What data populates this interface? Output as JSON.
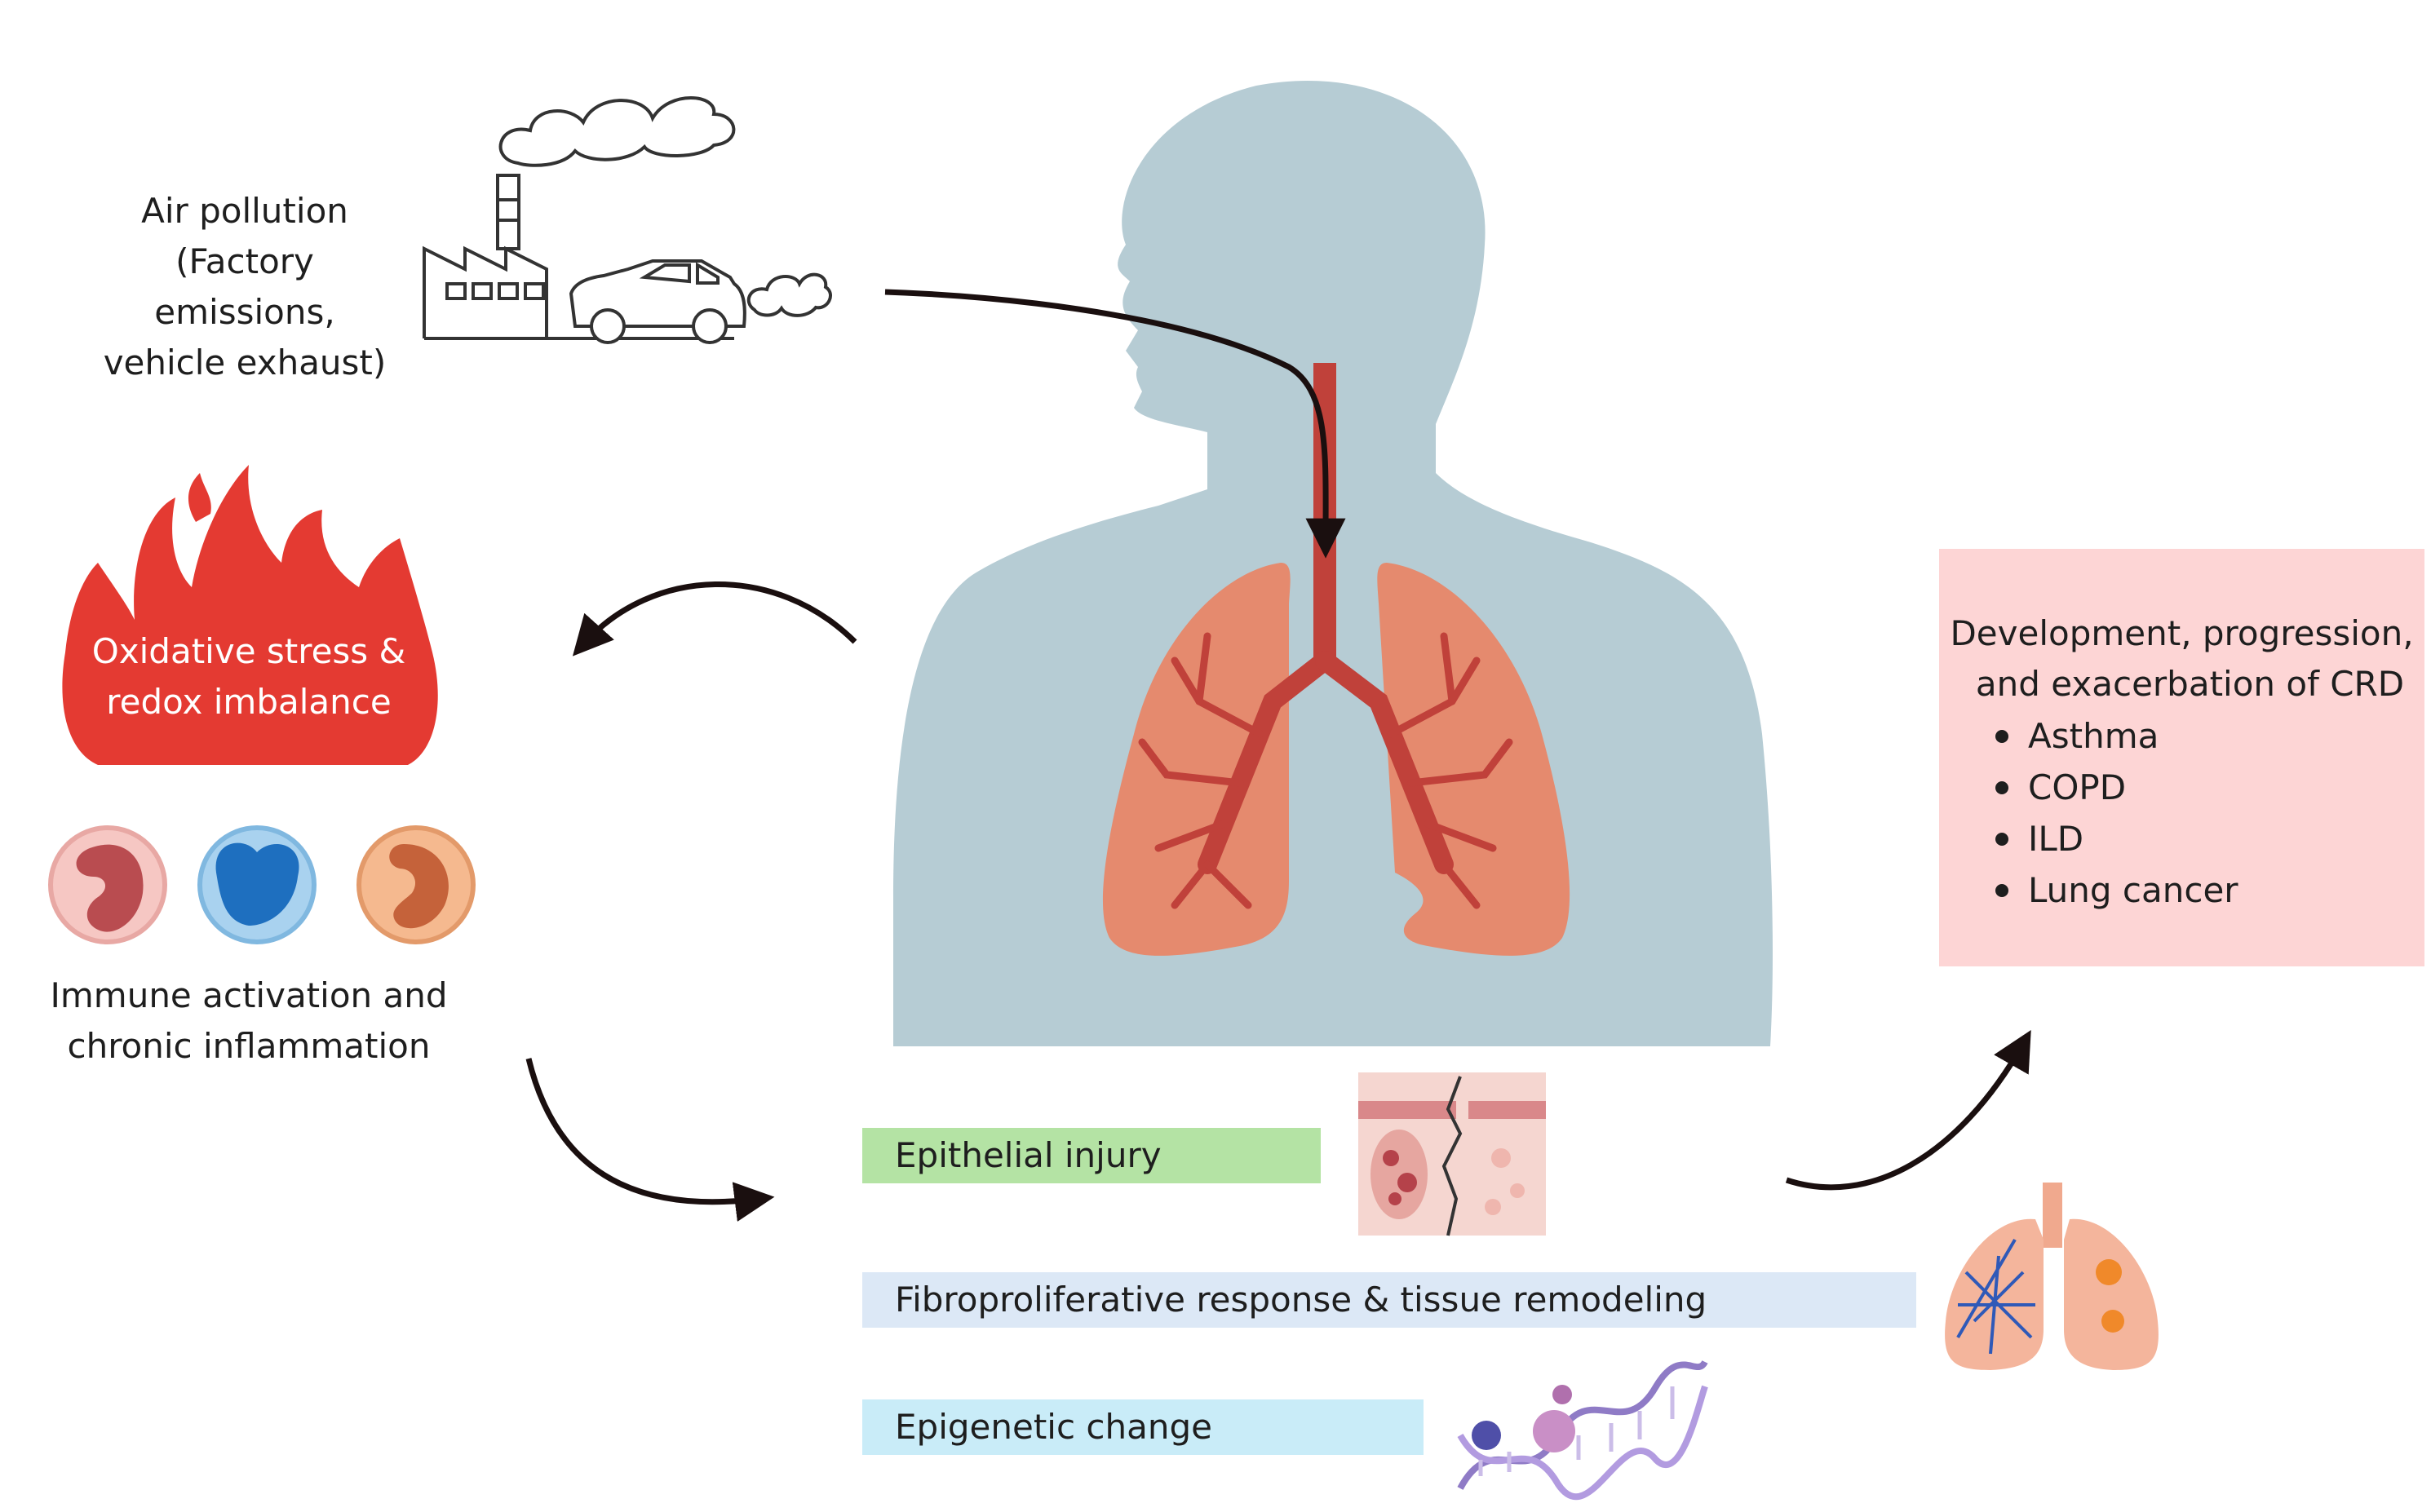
{
  "sources": {
    "line1": "Air pollution",
    "line2": "(Factory emissions,",
    "line3": "vehicle exhaust)"
  },
  "oxidative": {
    "line1": "Oxidative stress &",
    "line2": "redox imbalance"
  },
  "immune": {
    "line1": "Immune activation and",
    "line2": "chronic inflammation"
  },
  "mechanisms": [
    {
      "label": "Epithelial injury",
      "color": "#b4e3a4"
    },
    {
      "label": "Fibroproliferative response & tissue remodeling",
      "color": "#dce8f6"
    },
    {
      "label": "Epigenetic change",
      "color": "#c9ecf8"
    }
  ],
  "outcome": {
    "title_line1": "Development, progression,",
    "title_line2": "and exacerbation of CRD",
    "items": [
      "Asthma",
      "COPD",
      "ILD",
      "Lung cancer"
    ]
  },
  "colors": {
    "silhouette": "#b6ccd4",
    "lung": "#e58a6e",
    "airway": "#c0413a",
    "flame": "#e43a32",
    "outcome_bg": "#fdd5d5"
  },
  "icons": [
    "factory-icon",
    "car-icon",
    "smoke-cloud-icon",
    "flame-icon",
    "immune-cell-icon",
    "epithelium-icon",
    "dna-icon",
    "diseased-lung-icon"
  ]
}
